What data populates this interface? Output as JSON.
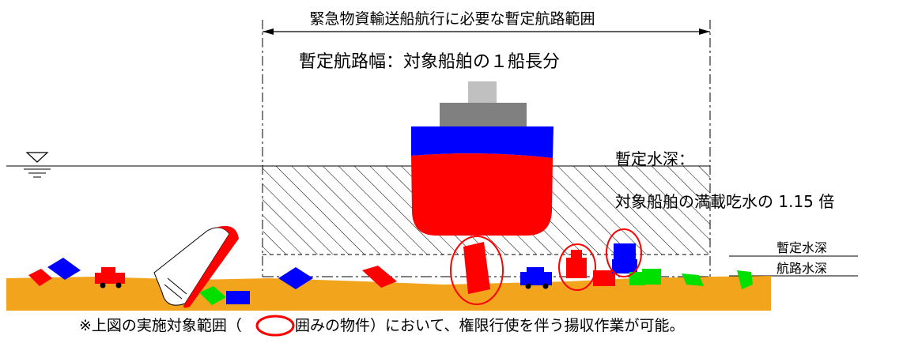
{
  "texts": {
    "range_title": "緊急物資輸送船航行に必要な暫定航路範囲",
    "width_label": "暫定航路幅：対象船舶の１船長分",
    "depth_label_line1": "暫定水深：",
    "depth_label_line2": "対象船舶の満載吃水の 1.15 倍",
    "provisional_depth": "暫定水深",
    "channel_depth": "航路水深",
    "footnote_before": "※上図の実施対象範囲（",
    "footnote_after": "囲みの物件）において、権限行使を伴う揚収作業が可能。"
  },
  "colors": {
    "seabed": "#f2a41c",
    "ship_hull": "#ff0000",
    "ship_band": "#0000ff",
    "superstructure": "#808080",
    "bridge": "#c0c0c0",
    "circle": "#ff0000",
    "debris_red": "#ff0000",
    "debris_blue": "#0000ff",
    "debris_green": "#00e000",
    "hatch": "#000000"
  },
  "icons": {
    "water_level": "water-surface-triangle-icon",
    "circle_legend": "red-ellipse-icon"
  }
}
